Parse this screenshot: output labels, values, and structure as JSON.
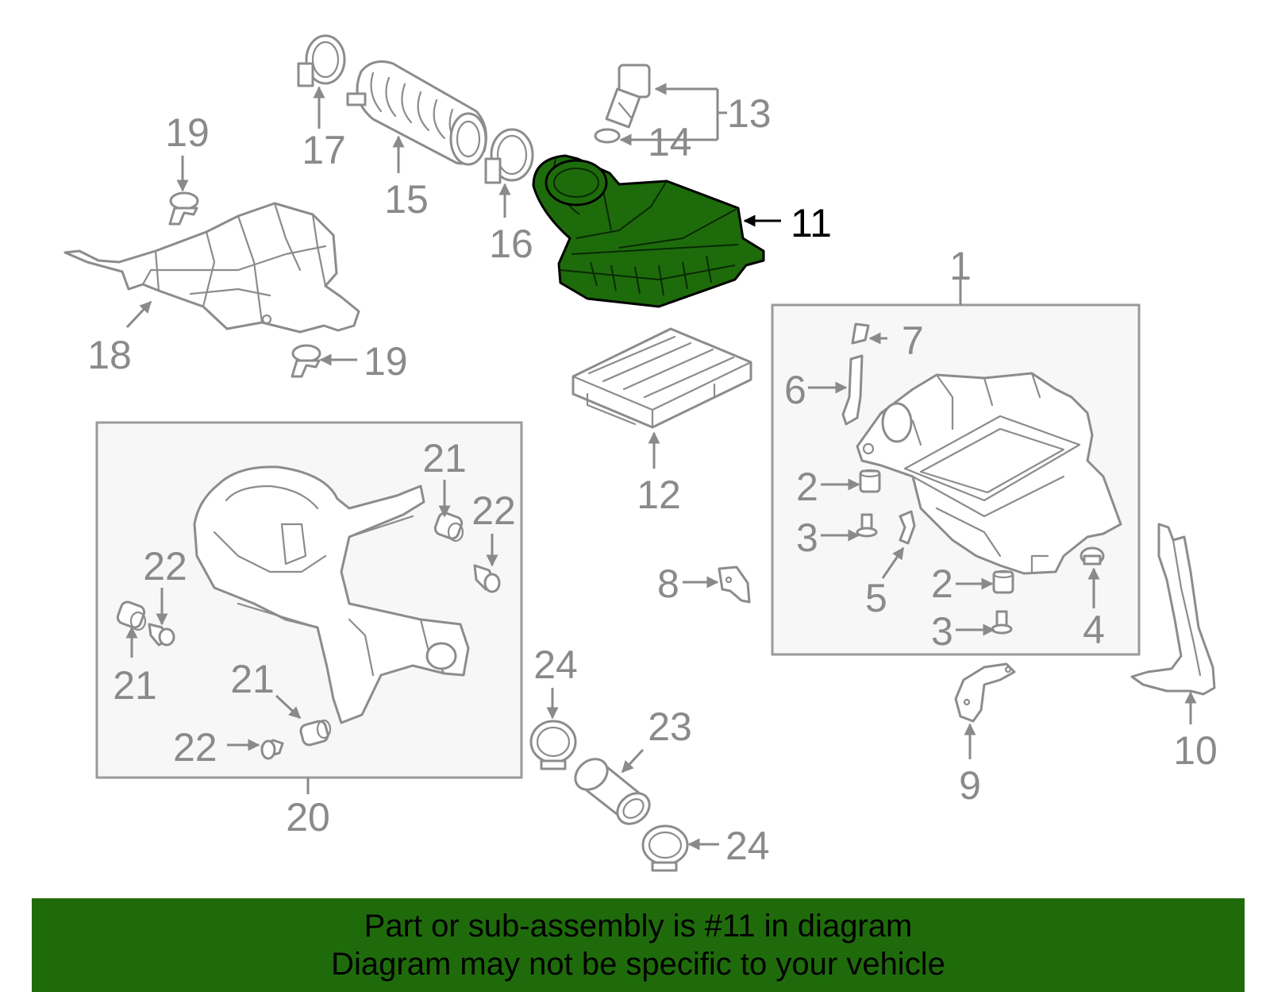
{
  "labels": {
    "p1": "1",
    "p2a": "2",
    "p2b": "2",
    "p3a": "3",
    "p3b": "3",
    "p4": "4",
    "p5": "5",
    "p6": "6",
    "p7": "7",
    "p8": "8",
    "p9": "9",
    "p10": "10",
    "p11": "11",
    "p12": "12",
    "p13": "13",
    "p14": "14",
    "p15": "15",
    "p16": "16",
    "p17": "17",
    "p18": "18",
    "p19a": "19",
    "p19b": "19",
    "p20": "20",
    "p21a": "21",
    "p21b": "21",
    "p21c": "21",
    "p22a": "22",
    "p22b": "22",
    "p22c": "22",
    "p23": "23",
    "p24a": "24",
    "p24b": "24"
  },
  "highlight": {
    "part": "11",
    "color": "#1e6b0c"
  },
  "banner": {
    "line1": "Part or sub-assembly is #11 in diagram",
    "line2": "Diagram may not be specific to your vehicle",
    "background": "#1f6b0c"
  }
}
